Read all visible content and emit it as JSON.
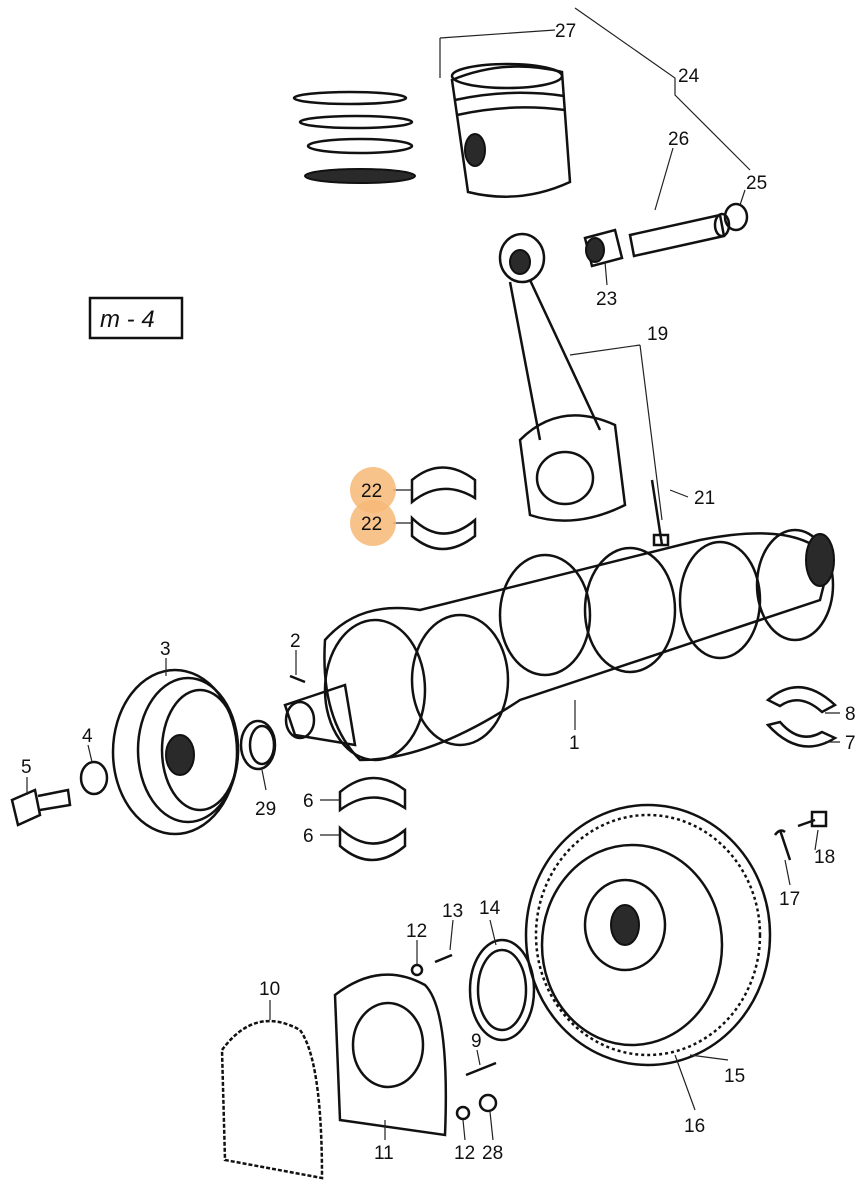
{
  "diagram": {
    "reference": "m - 4",
    "accent_color": "#f7b977",
    "callouts": {
      "c27": "27",
      "c24": "24",
      "c26": "26",
      "c25": "25",
      "c23": "23",
      "c19": "19",
      "c21": "21",
      "c22a": "22",
      "c22b": "22",
      "c2": "2",
      "c3": "3",
      "c4": "4",
      "c5": "5",
      "c29": "29",
      "c6a": "6",
      "c6b": "6",
      "c1": "1",
      "c8": "8",
      "c7": "7",
      "c18": "18",
      "c17": "17",
      "c16": "16",
      "c15": "15",
      "c14": "14",
      "c13": "13",
      "c12a": "12",
      "c10": "10",
      "c9": "9",
      "c11": "11",
      "c12b": "12",
      "c28": "28"
    }
  }
}
